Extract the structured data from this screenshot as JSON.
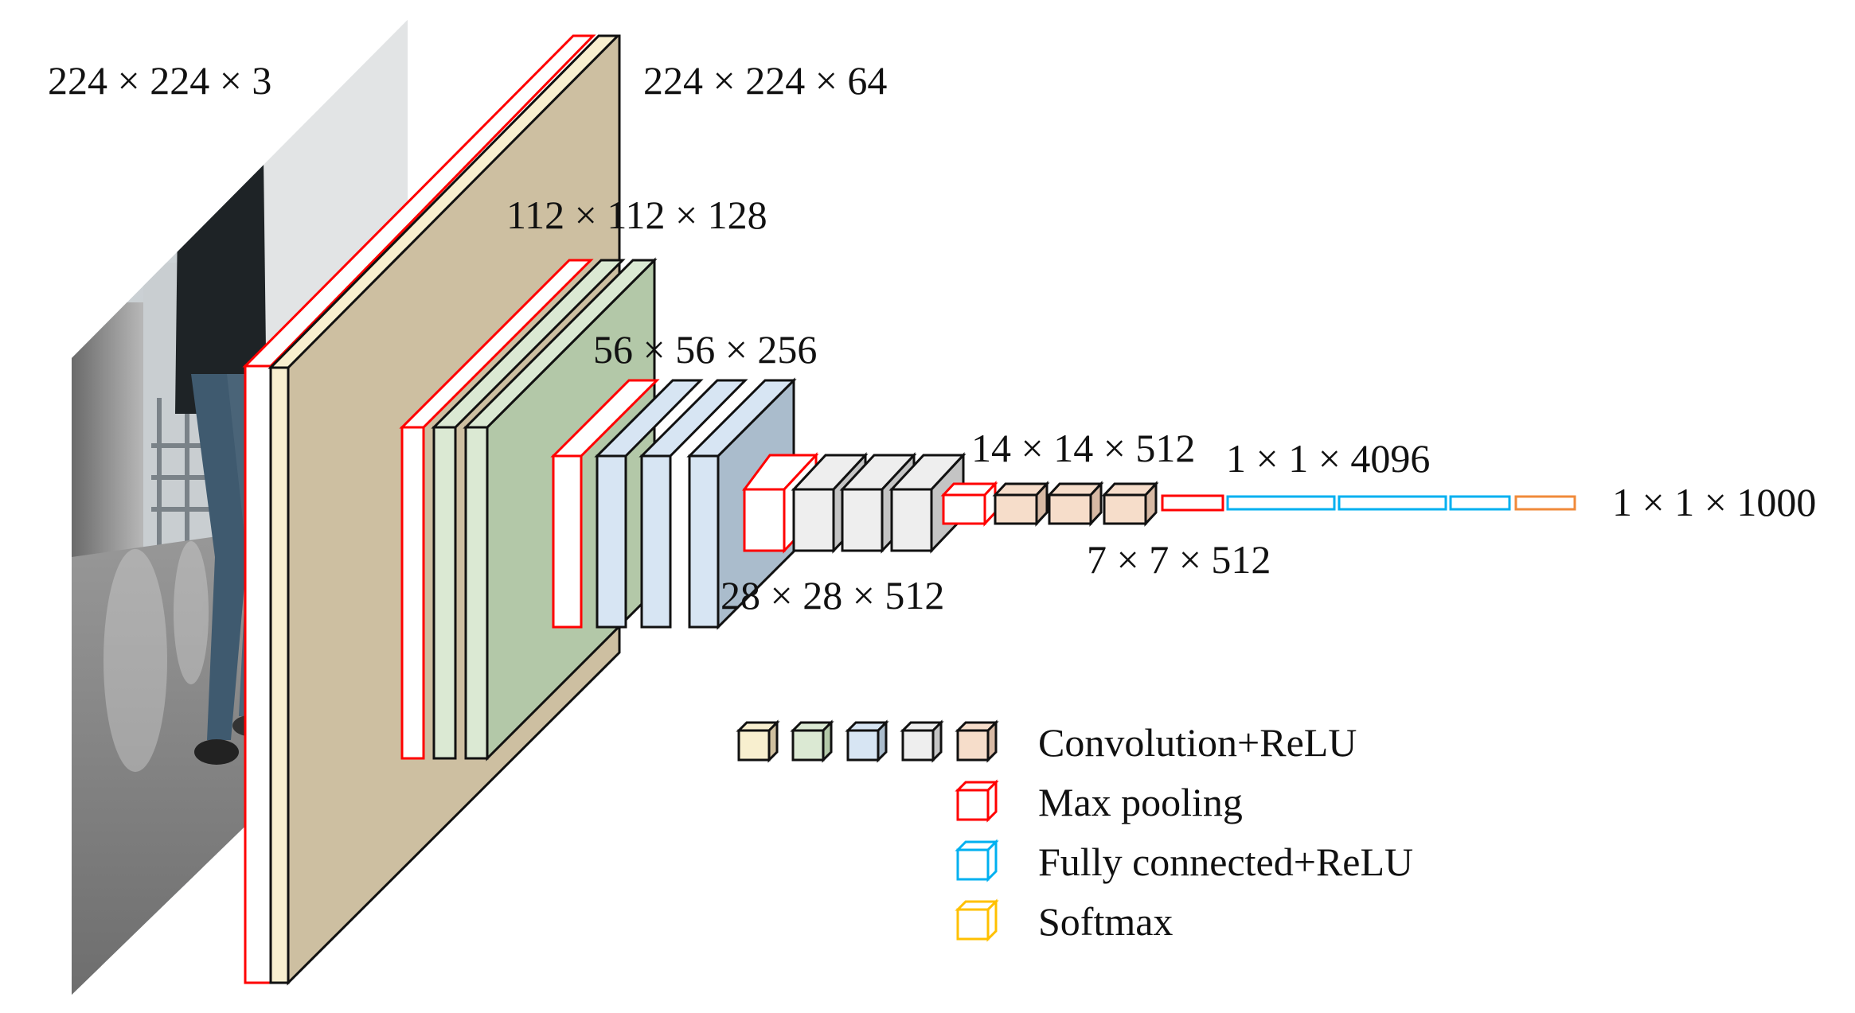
{
  "labels": {
    "input": "224 × 224 × 3",
    "conv1": "224 × 224 × 64",
    "conv2": "112 × 112 × 128",
    "conv3": "56 × 56 × 256",
    "conv4": "28 × 28 × 512",
    "conv5": "14 × 14 × 512",
    "pool5": "7 × 7 × 512",
    "fc": "1 × 1 × 4096",
    "output": "1 × 1 × 1000"
  },
  "legend": {
    "conv": "Convolution+ReLU",
    "pool": "Max pooling",
    "fc": "Fully connected+ReLU",
    "softmax": "Softmax"
  },
  "colors": {
    "conv1": "#f8efcf",
    "conv1_side": "#cfbf9f",
    "conv2": "#dbe9d3",
    "conv2_side": "#b3c8a8",
    "conv3": "#d7e5f3",
    "conv3_side": "#aabccc",
    "conv4": "#eeeeee",
    "conv4_side": "#c4c4c4",
    "conv5": "#f6ddca",
    "conv5_side": "#d7b9a4",
    "pool": "#ff0000",
    "fc": "#00b0f0",
    "softmax": "#ffc000",
    "softmax_stroke": "#f08a3a"
  }
}
